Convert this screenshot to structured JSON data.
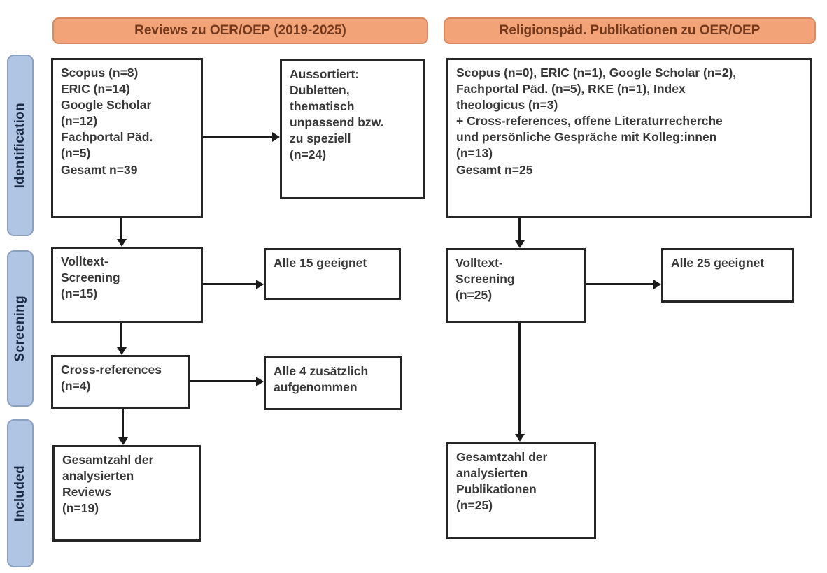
{
  "headers": {
    "left": "Reviews zu OER/OEP (2019-2025)",
    "right": "Religionspäd. Publikationen zu OER/OEP"
  },
  "stages": {
    "identification": "Identification",
    "screening": "Screening",
    "included": "Included"
  },
  "boxes": {
    "left_sources": "Scopus (n=8)\nERIC (n=14)\nGoogle Scholar\n(n=12)\nFachportal Päd.\n(n=5)\nGesamt n=39",
    "left_excluded": "Aussortiert:\nDubletten,\nthematisch\nunpassend bzw.\nzu speziell\n(n=24)",
    "left_fulltext": "Volltext-\nScreening\n(n=15)",
    "left_fulltext_result": "Alle 15 geeignet",
    "left_crossref": "Cross-references\n(n=4)",
    "left_crossref_result": "Alle 4 zusätzlich\naufgenommen",
    "left_included": "Gesamtzahl der\nanalysierten\nReviews\n(n=19)",
    "right_sources": "Scopus (n=0), ERIC (n=1), Google Scholar (n=2),\nFachportal Päd. (n=5), RKE (n=1), Index\ntheologicus (n=3)\n+ Cross-references, offene Literaturrecherche\nund persönliche Gespräche mit Kolleg:innen\n(n=13)\nGesamt n=25",
    "right_fulltext": "Volltext-\nScreening\n(n=25)",
    "right_fulltext_result": "Alle 25 geeignet",
    "right_included": "Gesamtzahl der\nanalysierten\nPublikationen\n(n=25)"
  },
  "colors": {
    "header_fill": "#F2A478",
    "header_border": "#D8895F",
    "header_text": "#74381C",
    "stage_fill": "#B0C5E4",
    "stage_border": "#8CA0C0",
    "stage_text": "#1B2A45",
    "box_border": "#262626",
    "arrow": "#1A1A1A"
  }
}
